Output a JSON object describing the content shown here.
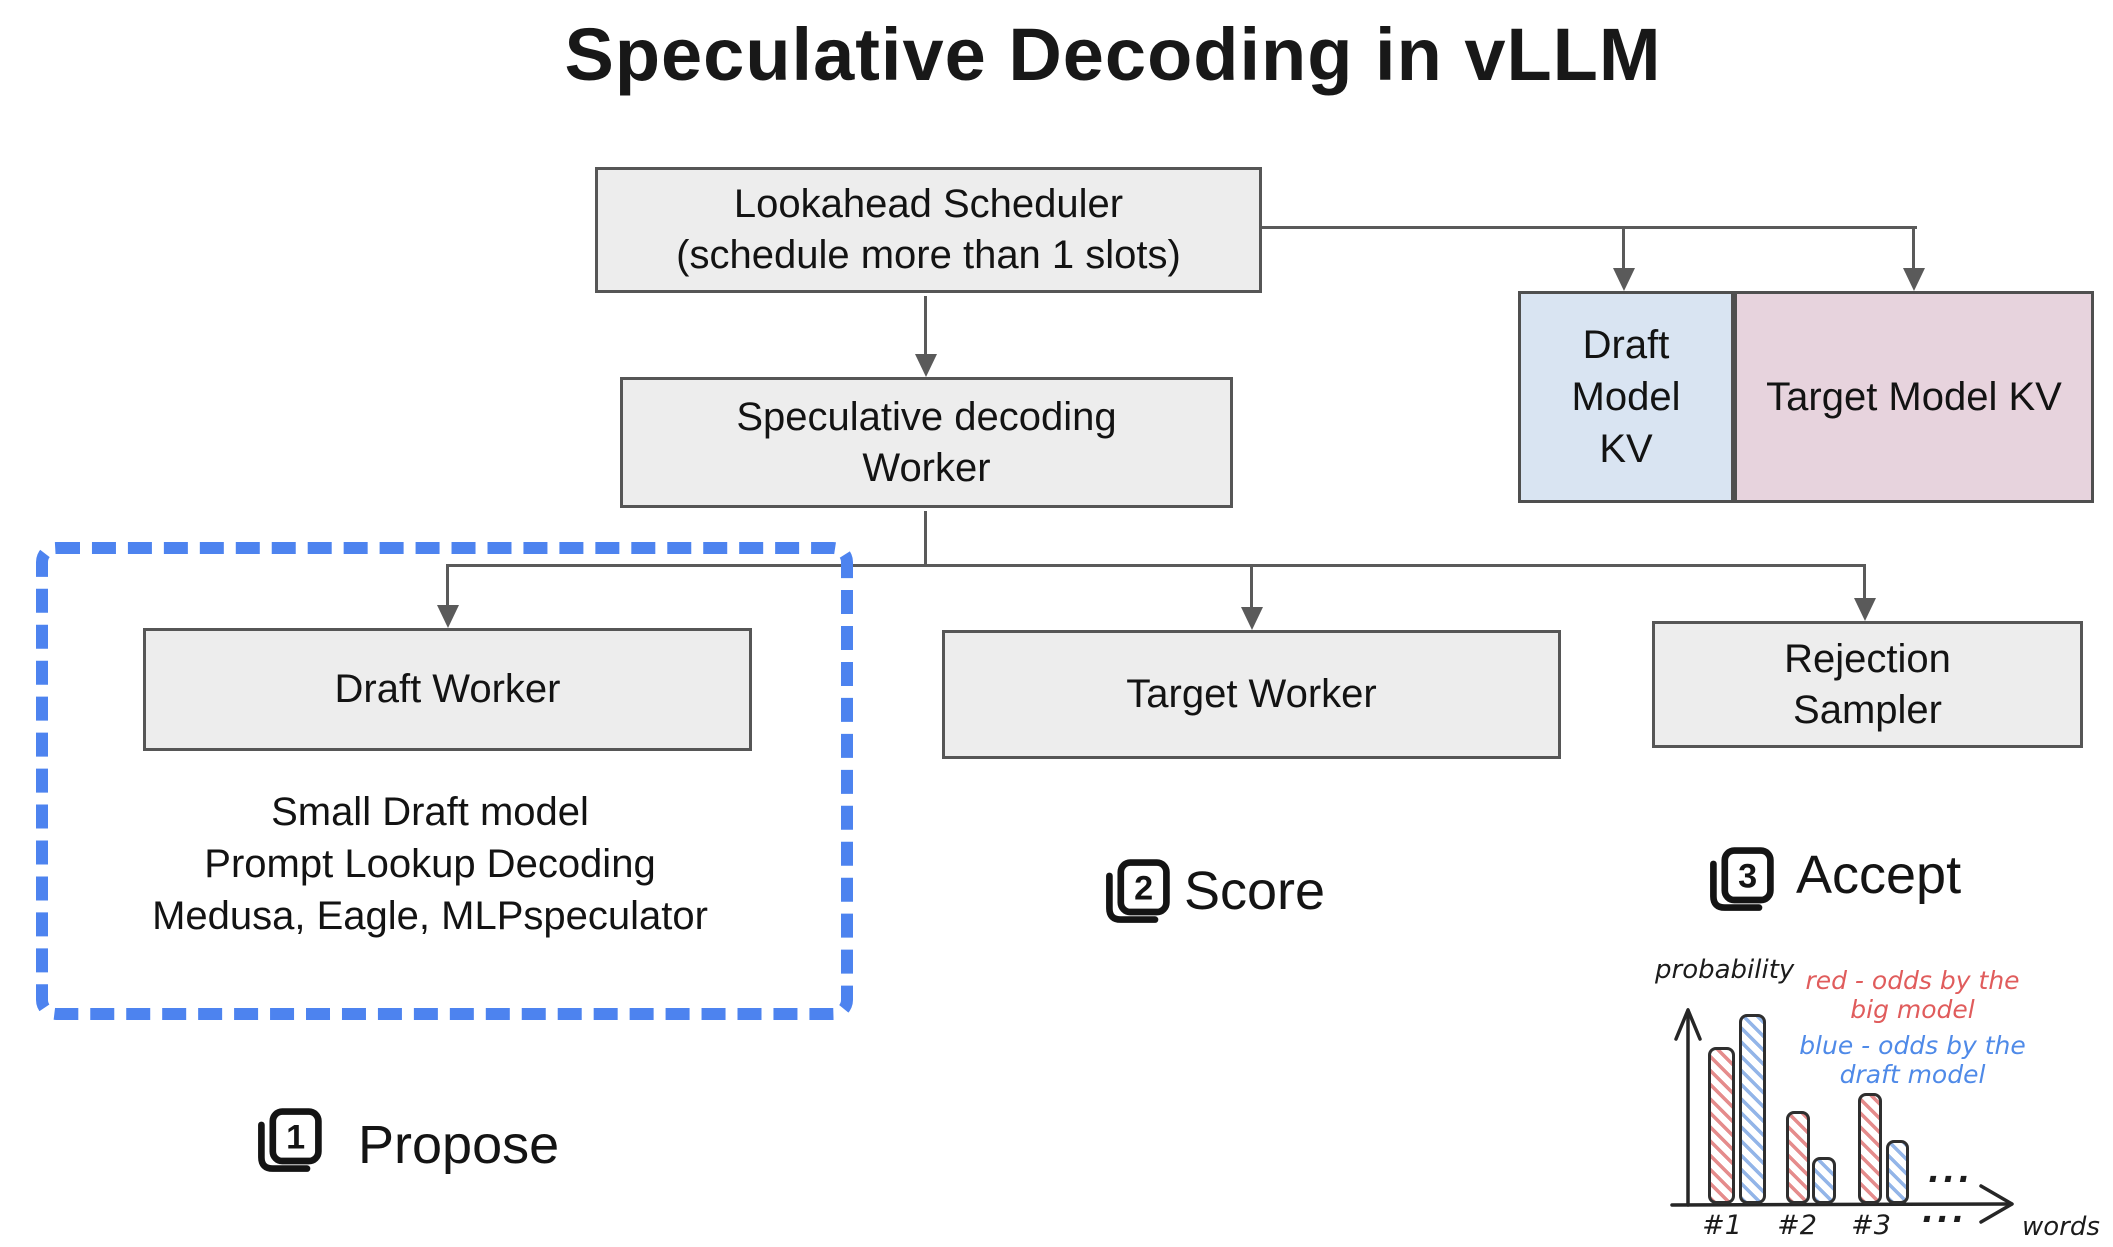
{
  "title": "Speculative Decoding in vLLM",
  "boxes": {
    "scheduler": {
      "line1": "Lookahead Scheduler",
      "line2": "(schedule more than 1 slots)"
    },
    "spec_worker": {
      "line1": "Speculative decoding",
      "line2": "Worker"
    },
    "draft_kv": {
      "label": "Draft Model KV"
    },
    "target_kv": {
      "label": "Target Model KV"
    },
    "draft_worker": {
      "label": "Draft Worker"
    },
    "target_worker": {
      "label": "Target Worker"
    },
    "rejection_sampler": {
      "label": "Rejection Sampler"
    }
  },
  "draft_methods": [
    "Small Draft model",
    "Prompt Lookup Decoding",
    "Medusa, Eagle, MLPspeculator"
  ],
  "steps": [
    {
      "number": "1",
      "label": "Propose"
    },
    {
      "number": "2",
      "label": "Score"
    },
    {
      "number": "3",
      "label": "Accept"
    }
  ],
  "colors": {
    "box_fill": "#ededed",
    "box_border": "#565656",
    "draft_kv_fill": "#d9e4f2",
    "target_kv_fill": "#e7d3dd",
    "dashed_border": "#4d83ef",
    "connector": "#5a5a5a",
    "red_bar": "#e06a6a",
    "blue_bar": "#7fa8e0",
    "legend_red_text": "#e05c5c",
    "legend_blue_text": "#4f8ae8"
  },
  "chart_data": {
    "type": "bar",
    "title": "",
    "xlabel": "words",
    "ylabel": "probability",
    "categories": [
      "#1",
      "#2",
      "#3"
    ],
    "series": [
      {
        "name": "red - odds by the big model",
        "color": "#e06a6a",
        "values": [
          0.81,
          0.48,
          0.57
        ]
      },
      {
        "name": "blue - odds by the draft model",
        "color": "#7fa8e0",
        "values": [
          0.98,
          0.24,
          0.33
        ]
      }
    ],
    "ylim": [
      0,
      1
    ],
    "grid": false,
    "legend_position": "top-right",
    "ellipsis": "...",
    "legend_lines": {
      "red1": "red - odds by the",
      "red2": "big model",
      "blue1": "blue - odds by the",
      "blue2": "draft model"
    }
  }
}
